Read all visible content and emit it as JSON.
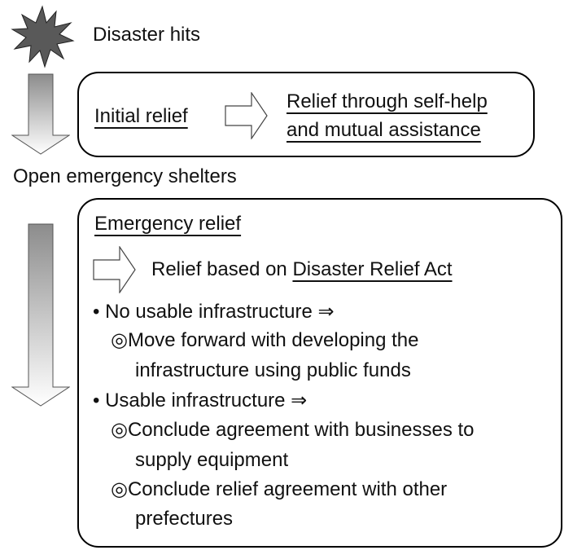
{
  "stage1": {
    "event_label": "Disaster hits",
    "phase_title": "Initial relief",
    "outcome_line1": "Relief through self-help",
    "outcome_line2": "and mutual assistance"
  },
  "transition_label": "Open emergency shelters",
  "stage2": {
    "phase_title": "Emergency relief",
    "basis_prefix": "Relief based on ",
    "basis_law": "Disaster Relief Act",
    "conditions": [
      {
        "bullet": "•",
        "condition": "No usable infrastructure ⇒",
        "actions": [
          {
            "marker": "◎",
            "line1": "Move forward with developing the",
            "line2": "infrastructure using public funds"
          }
        ]
      },
      {
        "bullet": "•",
        "condition": "Usable infrastructure ⇒",
        "actions": [
          {
            "marker": "◎",
            "line1": "Conclude agreement with businesses to",
            "line2": "supply equipment"
          },
          {
            "marker": "◎",
            "line1": "Conclude relief agreement with other",
            "line2": "prefectures"
          }
        ]
      }
    ]
  },
  "colors": {
    "starburst": "#595959",
    "arrow_top": "#8c8c8c",
    "arrow_bottom": "#ffffff",
    "border": "#000000"
  }
}
